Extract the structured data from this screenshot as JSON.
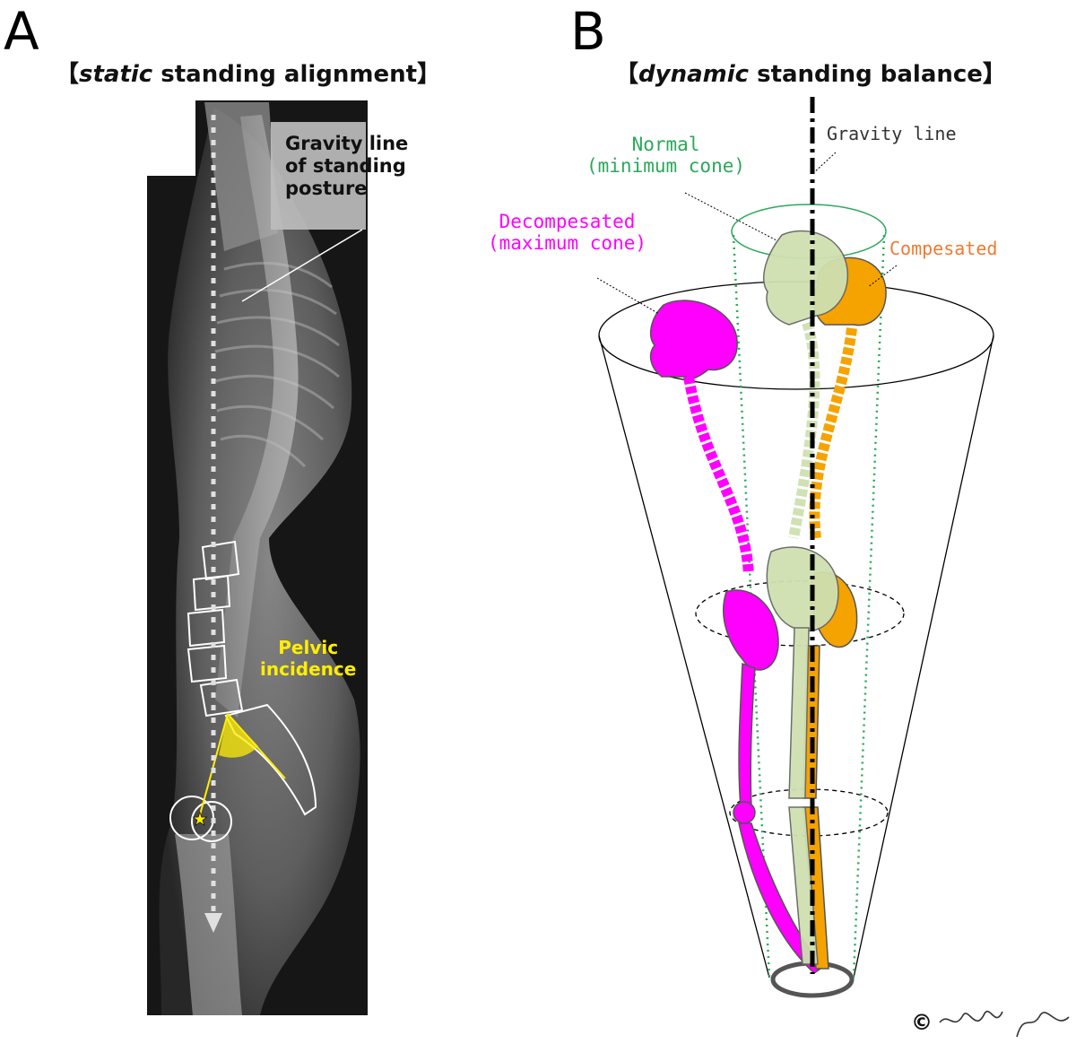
{
  "panel_a": {
    "letter": "A",
    "title_bracket_open": "【",
    "title_italic": "static",
    "title_rest": " standing alignment】",
    "gravity_label": [
      "Gravity line",
      "of standing",
      "posture"
    ],
    "pelvic_label": [
      "Pelvic",
      "incidence"
    ]
  },
  "panel_b": {
    "letter": "B",
    "title_bracket_open": "【",
    "title_italic": "dynamic",
    "title_rest": " standing balance】",
    "gravity_label": "Gravity line",
    "normal_label": [
      "Normal",
      "(minimum cone)"
    ],
    "decompensated_label": [
      "Decompesated",
      "(maximum cone)"
    ],
    "compensated_label": "Compesated"
  },
  "credit": {
    "symbol": "©"
  },
  "colors": {
    "xray_bg": "#1a1a1a",
    "normal": "#2aa95a",
    "decompensated": "#ff00ff",
    "compensated": "#f5a300",
    "pelvic": "#ffee00",
    "skeleton_normal_fill": "#cfe0b0"
  }
}
